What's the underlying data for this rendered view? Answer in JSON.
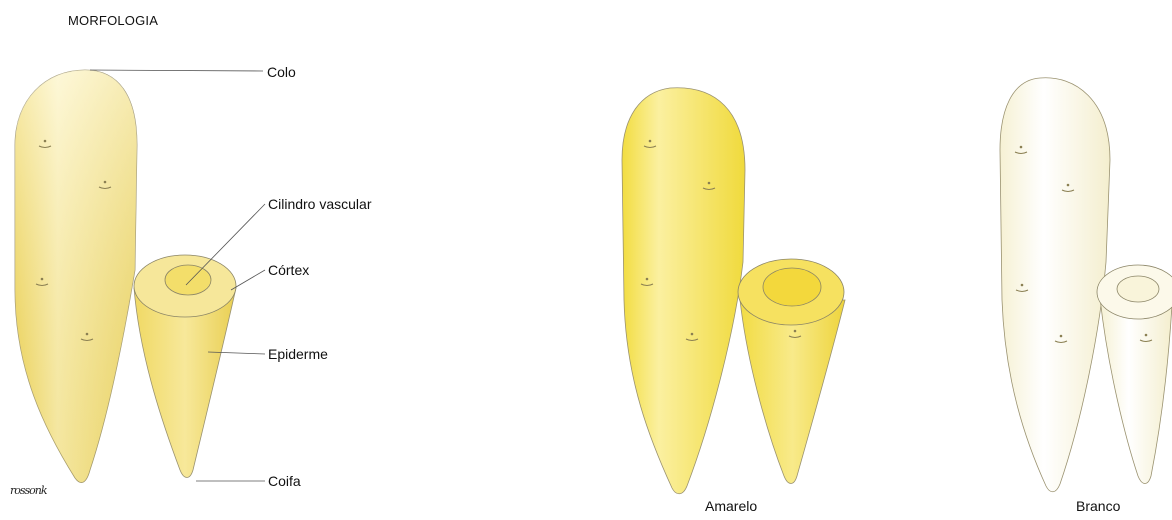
{
  "title": "MORFOLOGIA",
  "labels": {
    "colo": "Colo",
    "cilindro": "Cilindro vascular",
    "cortex": "Córtex",
    "epiderme": "Epiderme",
    "coifa": "Coifa"
  },
  "captions": {
    "amarelo": "Amarelo",
    "branco": "Branco"
  },
  "signature": "rossonk",
  "colors": {
    "yellow_root": "#f4e27a",
    "yellow_highlight": "#fcf6cf",
    "amarelo_root": "#f6e24a",
    "branco_root": "#fbf8e6",
    "outline": "#8a8466"
  }
}
